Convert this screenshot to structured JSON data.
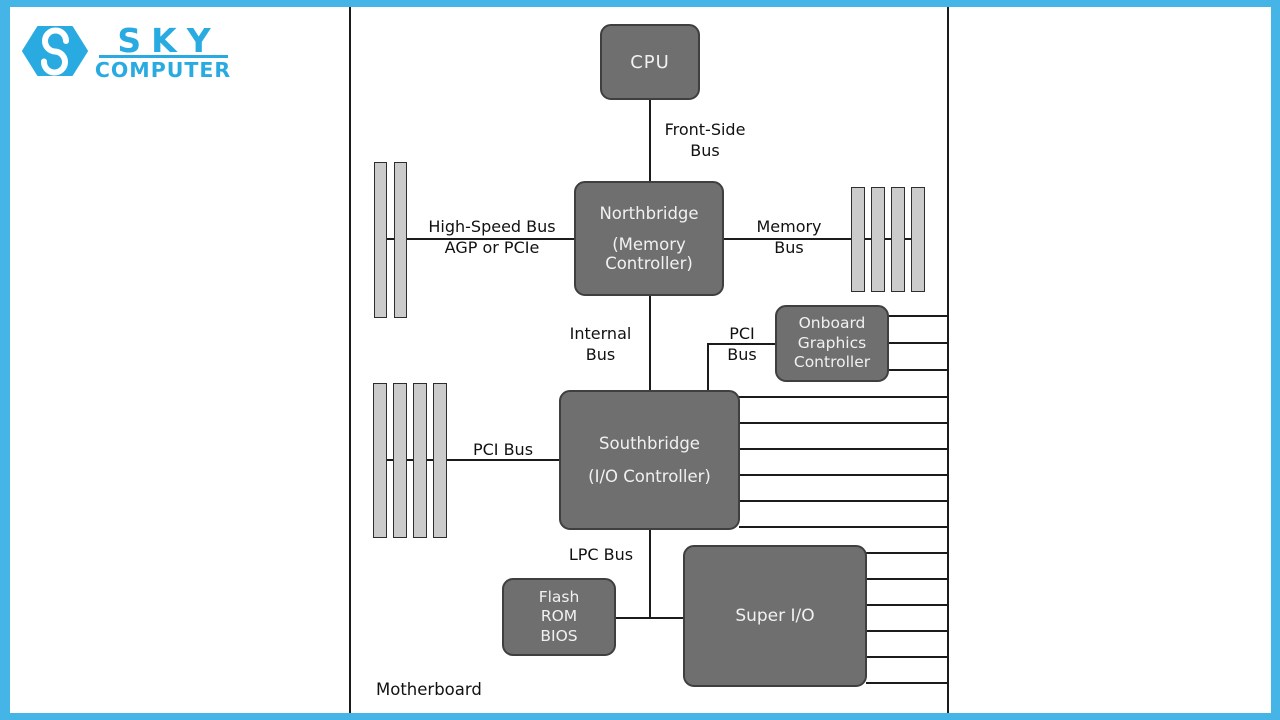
{
  "brand": {
    "name_top": "SKY",
    "name_bottom": "COMPUTER",
    "logo_icon": "hexagon-s-logo",
    "brand_color": "#29ABE2",
    "frame_color": "#45B4E7"
  },
  "diagram": {
    "footer_label": "Motherboard",
    "colors": {
      "node_fill": "#6F6F6F",
      "node_border": "#3F3F3F",
      "slot_fill": "#CBCBCB",
      "line": "#1B1B1B"
    },
    "nodes": {
      "cpu": {
        "label": "CPU"
      },
      "northbridge": {
        "line1": "Northbridge",
        "line2": "(Memory Controller)"
      },
      "onboard_graphics": {
        "label": "Onboard\nGraphics\nController"
      },
      "southbridge": {
        "line1": "Southbridge",
        "line2": "(I/O Controller)"
      },
      "flash_rom": {
        "label": "Flash\nROM\nBIOS"
      },
      "super_io": {
        "label": "Super I/O"
      }
    },
    "bus_labels": {
      "front_side": "Front-Side\nBus",
      "high_speed": "High-Speed Bus\nAGP or PCIe",
      "memory": "Memory\nBus",
      "internal": "Internal\nBus",
      "pci_upper": "PCI\nBus",
      "pci_lower": "PCI Bus",
      "lpc": "LPC Bus"
    },
    "slots": {
      "agp_slot_count": 2,
      "memory_slot_count": 4,
      "pci_slot_count": 4
    },
    "right_bus_line_count": 15
  }
}
